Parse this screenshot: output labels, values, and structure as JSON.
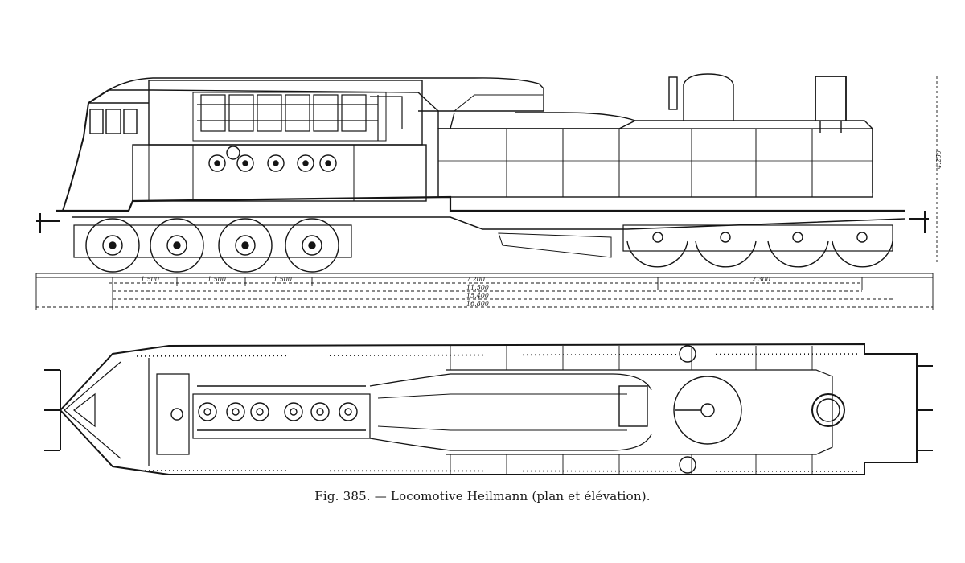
{
  "figure": {
    "caption": "Fig. 385. — Locomotive Heilmann (plan et élévation).",
    "dimensions": {
      "d1": "1.500",
      "d2": "1.500",
      "d3": "1.500",
      "d4": "7.200",
      "d5": "11.500",
      "d6": "15.400",
      "d7": "16.800",
      "d8": "2.300",
      "height": "4.250"
    }
  }
}
